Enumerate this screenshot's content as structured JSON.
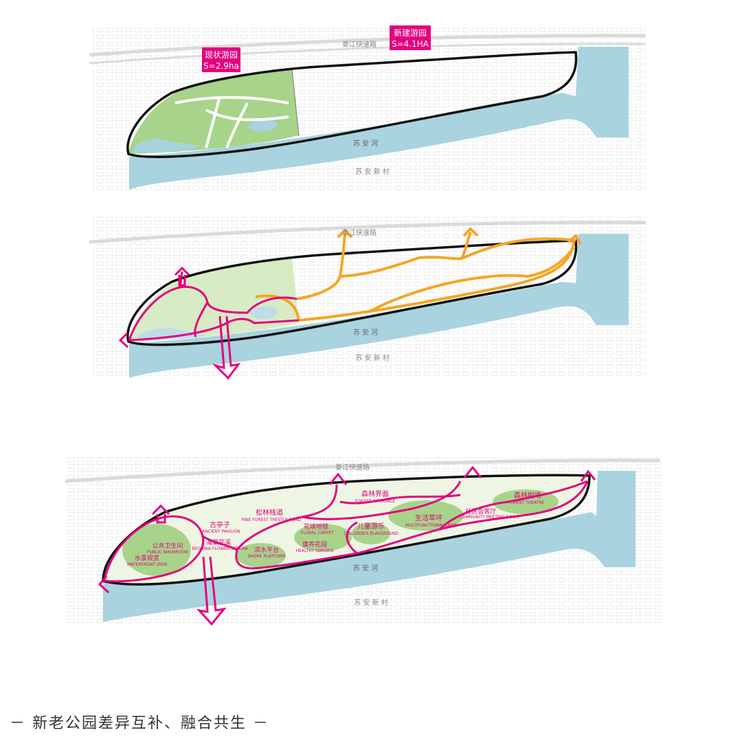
{
  "labels": {
    "existing_park": "现状游园",
    "existing_area": "S=2.9ha",
    "new_park": "新建游园",
    "new_area": "S=4.1HA",
    "road": "娄江快速路",
    "river": "苏 安 河",
    "village": "苏 安 新 村"
  },
  "areas": [
    {
      "cn": "公共卫生间",
      "en": "PUBLIC WASHROOM"
    },
    {
      "cn": "水景观赏",
      "en": "WATERFRONT VIEW"
    },
    {
      "cn": "古亭子",
      "en": "ANCIENT PAVILION"
    },
    {
      "cn": "海棠花溪",
      "en": "BEGONIA FLOWER STREAM"
    },
    {
      "cn": "松林栈道",
      "en": "PINE FOREST TRESTLE ROAD"
    },
    {
      "cn": "滨水平台",
      "en": "SHORE PLATFORM"
    },
    {
      "cn": "花境地毯",
      "en": "FLORAL CARPET"
    },
    {
      "cn": "康养花园",
      "en": "HEALTHY GARDEN"
    },
    {
      "cn": "森林界面",
      "en": "FOREST INTERFACE"
    },
    {
      "cn": "儿童游乐",
      "en": "CHILDREN'S PLAYGROUND"
    },
    {
      "cn": "生活草坪",
      "en": "MULTIFUNCTIONAL LAWN"
    },
    {
      "cn": "社区会客厅",
      "en": "COMMUNITY MEETING ROOM"
    },
    {
      "cn": "森林剧场",
      "en": "FOREST THEATRE"
    }
  ],
  "caption": "－  新老公园差异互补、融合共生  －",
  "colors": {
    "water": "#a9d3de",
    "green": "#a7d48a",
    "light_green": "#e8f3da",
    "magenta": "#e4007f",
    "orange": "#f5a623",
    "outline": "#111111"
  }
}
